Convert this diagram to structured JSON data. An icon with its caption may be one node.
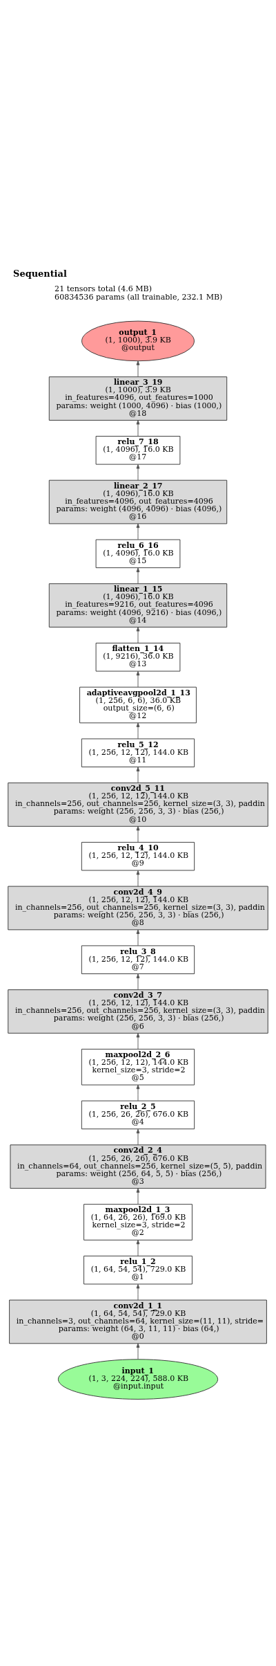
{
  "diagram": {
    "title": "Sequential",
    "nodes": [
      {
        "text": [
          "output_1",
          "(1, 1000), 3.9 KB",
          "@output"
        ]
      },
      {
        "text": [
          "linear_3_19",
          "(1, 1000), 3.9 KB",
          "in_features=4096, out_features=1000",
          "params: weight (1000, 4096) · bias (1000,)",
          "@18"
        ]
      },
      {
        "text": [
          "relu_7_18",
          "(1, 4096), 16.0 KB",
          "@17"
        ]
      },
      {
        "text": [
          "linear_2_17",
          "(1, 4096), 16.0 KB",
          "in_features=4096, out_features=4096",
          "params: weight (4096, 4096) · bias (4096,)",
          "@16"
        ]
      },
      {
        "text": [
          "relu_6_16",
          "(1, 4096), 16.0 KB",
          "@15"
        ]
      },
      {
        "text": [
          "linear_1_15",
          "(1, 4096), 16.0 KB",
          "in_features=9216, out_features=4096",
          "params: weight (4096, 9216) · bias (4096,)",
          "@14"
        ]
      },
      {
        "text": [
          "flatten_1_14",
          "(1, 9216), 36.0 KB",
          "@13"
        ]
      },
      {
        "text": [
          "adaptiveavgpool2d_1_13",
          "(1, 256, 6, 6), 36.0 KB",
          "output_size=(6, 6)",
          "@12"
        ]
      },
      {
        "text": [
          "relu_5_12",
          "(1, 256, 12, 12), 144.0 KB",
          "@11"
        ]
      },
      {
        "text": [
          "conv2d_5_11",
          "(1, 256, 12, 12), 144.0 KB",
          "in_channels=256, out_channels=256, kernel_size=(3, 3), paddin",
          "params: weight (256, 256, 3, 3) · bias (256,)",
          "@10"
        ]
      },
      {
        "text": [
          "relu_4_10",
          "(1, 256, 12, 12), 144.0 KB",
          "@9"
        ]
      },
      {
        "text": [
          "conv2d_4_9",
          "(1, 256, 12, 12), 144.0 KB",
          "in_channels=256, out_channels=256, kernel_size=(3, 3), paddin",
          "params: weight (256, 256, 3, 3) · bias (256,)",
          "@8"
        ]
      },
      {
        "text": [
          "relu_3_8",
          "(1, 256, 12, 12), 144.0 KB",
          "@7"
        ]
      },
      {
        "text": [
          "conv2d_3_7",
          "(1, 256, 12, 12), 144.0 KB",
          "in_channels=256, out_channels=256, kernel_size=(3, 3), paddin",
          "params: weight (256, 256, 3, 3) · bias (256,)",
          "@6"
        ]
      },
      {
        "text": [
          "maxpool2d_2_6",
          "(1, 256, 12, 12), 144.0 KB",
          "kernel_size=3, stride=2",
          "@5"
        ]
      },
      {
        "text": [
          "relu_2_5",
          "(1, 256, 26, 26), 676.0 KB",
          "@4"
        ]
      },
      {
        "text": [
          "conv2d_2_4",
          "(1, 256, 26, 26), 676.0 KB",
          "in_channels=64, out_channels=256, kernel_size=(5, 5), paddin",
          "params: weight (256, 64, 5, 5) · bias (256,)",
          "@3"
        ]
      },
      {
        "text": [
          "maxpool2d_1_3",
          "(1, 64, 26, 26), 169.0 KB",
          "kernel_size=3, stride=2",
          "@2"
        ]
      },
      {
        "text": [
          "relu_1_2",
          "(1, 64, 54, 54), 729.0 KB",
          "@1"
        ]
      },
      {
        "text": [
          "conv2d_1_1",
          "(1, 64, 54, 54), 729.0 KB",
          "in_channels=3, out_channels=64, kernel_size=(11, 11), stride=",
          "params: weight (64, 3, 11, 11) · bias (64,)",
          "@0"
        ]
      },
      {
        "text": [
          "input_1",
          "(1, 3, 224, 224), 588.0 KB",
          "@input.input"
        ]
      }
    ],
    "edges": [
      {
        "from": 20,
        "to": 19,
        "arrow": "to"
      },
      {
        "from": 19,
        "to": 18,
        "arrow": "to"
      },
      {
        "from": 18,
        "to": 17,
        "arrow": "to"
      },
      {
        "from": 17,
        "to": 16,
        "arrow": "to"
      },
      {
        "from": 16,
        "to": 15,
        "arrow": "to"
      },
      {
        "from": 15,
        "to": 14,
        "arrow": "to"
      },
      {
        "from": 14,
        "to": 13,
        "arrow": "to"
      },
      {
        "from": 13,
        "to": 12,
        "arrow": "to"
      },
      {
        "from": 12,
        "to": 11,
        "arrow": "to"
      },
      {
        "from": 11,
        "to": 10,
        "arrow": "to"
      },
      {
        "from": 10,
        "to": 9,
        "arrow": "to"
      },
      {
        "from": 9,
        "to": 8,
        "arrow": "to"
      },
      {
        "from": 8,
        "to": 7,
        "arrow": "to"
      },
      {
        "from": 7,
        "to": 6,
        "arrow": "to"
      },
      {
        "from": 6,
        "to": 5,
        "arrow": "to"
      },
      {
        "from": 5,
        "to": 4,
        "arrow": "to"
      },
      {
        "from": 4,
        "to": 3,
        "arrow": "to"
      },
      {
        "from": 3,
        "to": 2,
        "arrow": "to"
      },
      {
        "from": 2,
        "to": 1,
        "arrow": "to"
      },
      {
        "from": 1,
        "to": 0,
        "arrow": "to"
      }
    ],
    "labels": [
      "21 tensors total (4.6 MB)",
      "60834536 params (all trainable, 232.1 MB)"
    ]
  }
}
